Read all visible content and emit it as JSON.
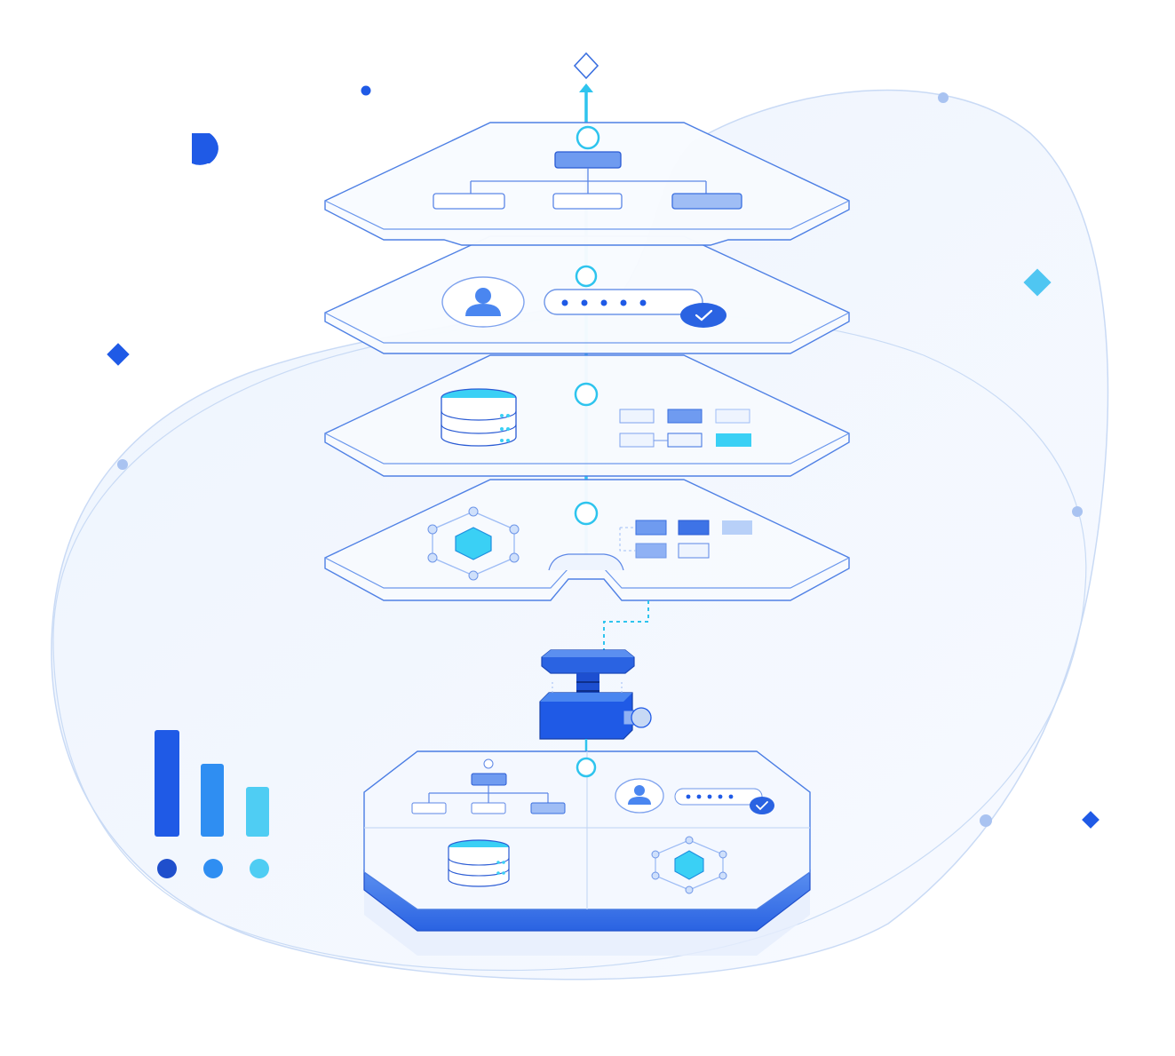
{
  "colors": {
    "background": "#ffffff",
    "blob_fill": "#f3f7fe",
    "blob_stroke": "#bcd2f3",
    "plate_fill": "#f7faff",
    "plate_stroke": "#3a6fe0",
    "primary_blue": "#1f5ae6",
    "mid_blue": "#2f8ef2",
    "cyan": "#3ad0f5",
    "light_blue": "#9fbdf5",
    "spine": "#2ec4ee"
  },
  "layers": [
    {
      "icon": "org-chart-icon",
      "content": "hierarchy"
    },
    {
      "icon": "user-avatar-icon",
      "content": "password-field",
      "masked_dots": 5,
      "verified": true
    },
    {
      "icon": "database-icon",
      "content": "grid-blocks"
    },
    {
      "icon": "hexagon-network-icon",
      "content": "grid-blocks"
    }
  ],
  "connector": {
    "icon": "connector-adapter-icon"
  },
  "base_platform": {
    "quadrants": [
      "org-chart-icon",
      "user-password-icon",
      "database-icon",
      "hexagon-network-icon"
    ]
  },
  "decorations": {
    "bar_chart": {
      "values": [
        1.0,
        0.7,
        0.48
      ],
      "colors": [
        "#1f5ae6",
        "#2f8ef2",
        "#4fcdf3"
      ]
    },
    "top_marker": "diamond-outline-icon"
  }
}
